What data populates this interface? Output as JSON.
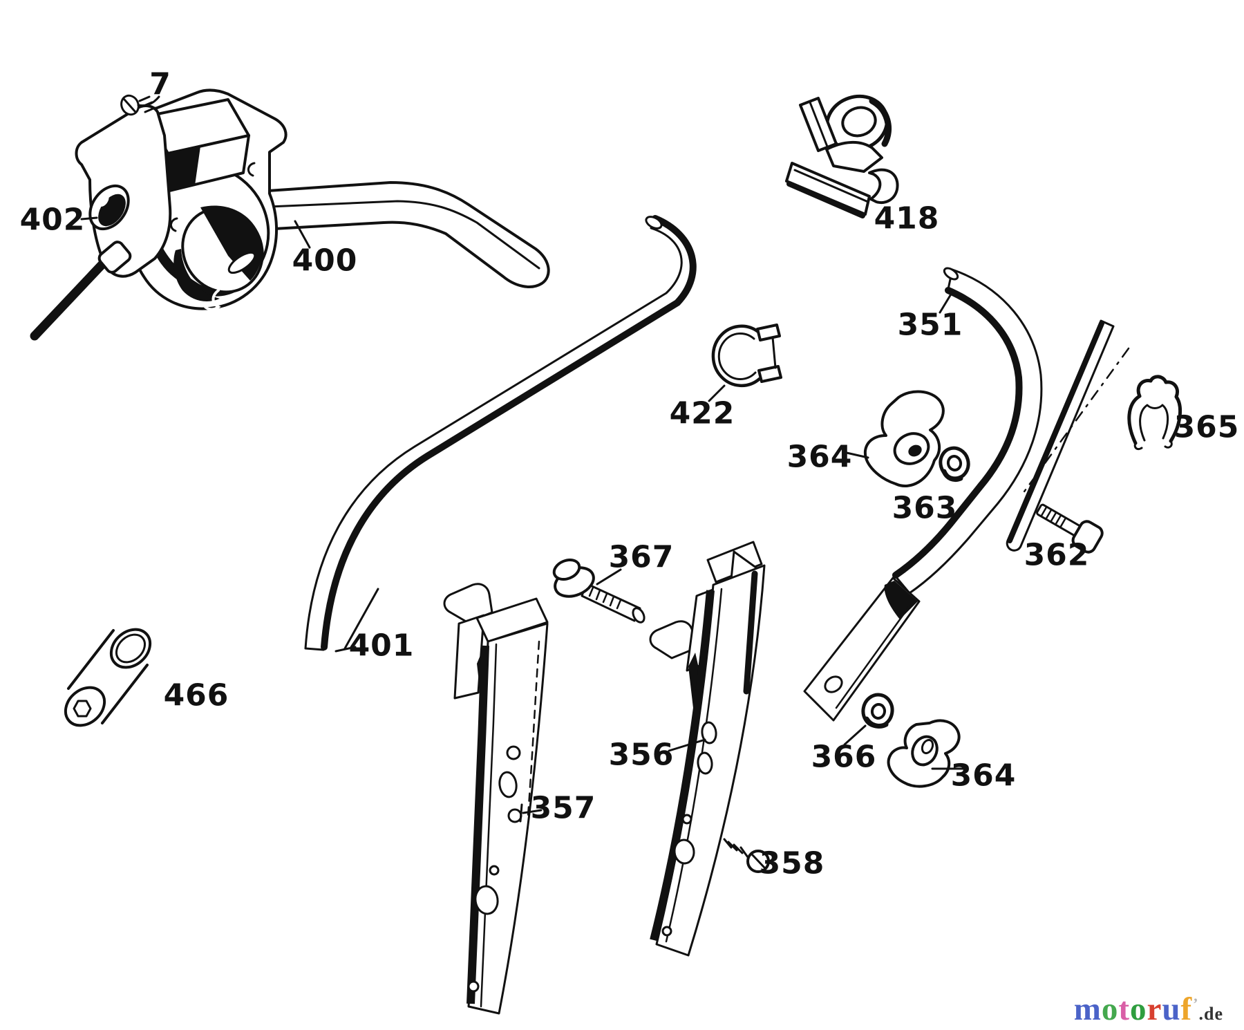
{
  "diagram": {
    "ink_color": "#111111",
    "part_labels": {
      "screw_7": "7",
      "housing_402": "402",
      "lever_400": "400",
      "clamp_418": "418",
      "hose_clamp_422": "422",
      "handlebar_351": "351",
      "wing_knob_upper_364": "364",
      "nut_363": "363",
      "clip_365": "365",
      "bolt_362": "362",
      "bolt_367": "367",
      "handlebar_401": "401",
      "spacer_466": "466",
      "bracket_356": "356",
      "bracket_357": "357",
      "washer_366": "366",
      "wing_knob_lower_364": "364",
      "screw_358": "358"
    }
  },
  "branding": {
    "logo_letters": [
      {
        "ch": "m",
        "color": "#4b63c8"
      },
      {
        "ch": "o",
        "color": "#44a84e"
      },
      {
        "ch": "t",
        "color": "#d95fa6"
      },
      {
        "ch": "o",
        "color": "#2f9e3f"
      },
      {
        "ch": "r",
        "color": "#d8402f"
      },
      {
        "ch": "u",
        "color": "#4b63c8"
      },
      {
        "ch": "f",
        "color": "#eda52b"
      }
    ],
    "logo_mark": "’",
    "logo_suffix": ".de"
  }
}
